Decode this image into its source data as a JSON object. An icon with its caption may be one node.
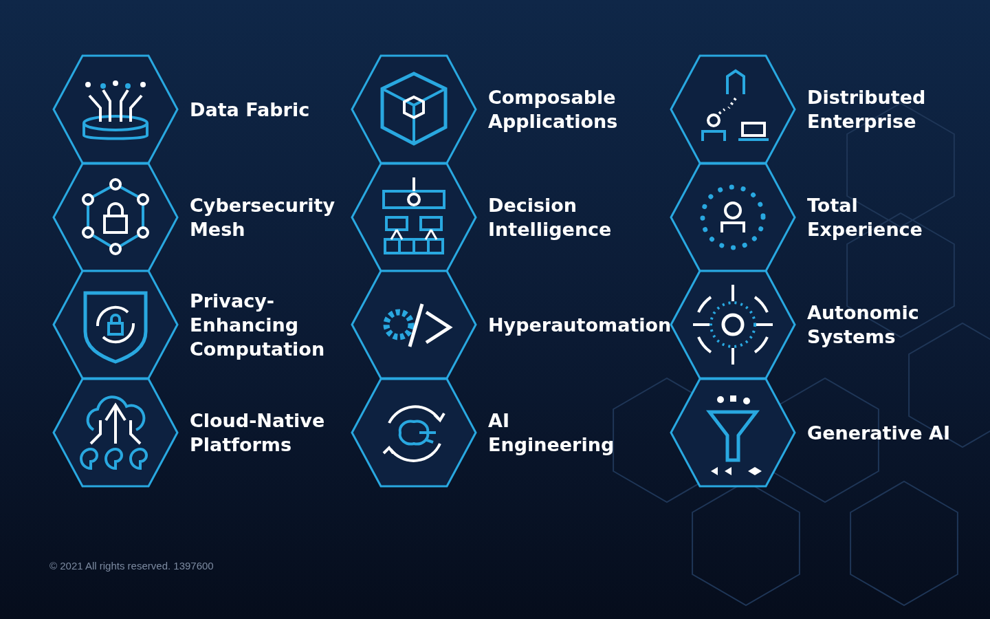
{
  "diagram": {
    "nodes": [
      {
        "text": [
          "Data Fabric"
        ]
      },
      {
        "text": [
          "Composable Applications"
        ]
      },
      {
        "text": [
          "Distributed Enterprise"
        ]
      },
      {
        "text": [
          "Cybersecurity Mesh"
        ]
      },
      {
        "text": [
          "Decision Intelligence"
        ]
      },
      {
        "text": [
          "Total Experience"
        ]
      },
      {
        "text": [
          "Privacy-Enhancing Computation"
        ]
      },
      {
        "text": [
          "Hyperautomation"
        ]
      },
      {
        "text": [
          "Autonomic Systems"
        ]
      },
      {
        "text": [
          "Cloud-Native Platforms"
        ]
      },
      {
        "text": [
          "AI Engineering"
        ]
      },
      {
        "text": [
          "Generative AI"
        ]
      }
    ],
    "labels": [
      "© 2021 All rights reserved. 1397600"
    ]
  }
}
